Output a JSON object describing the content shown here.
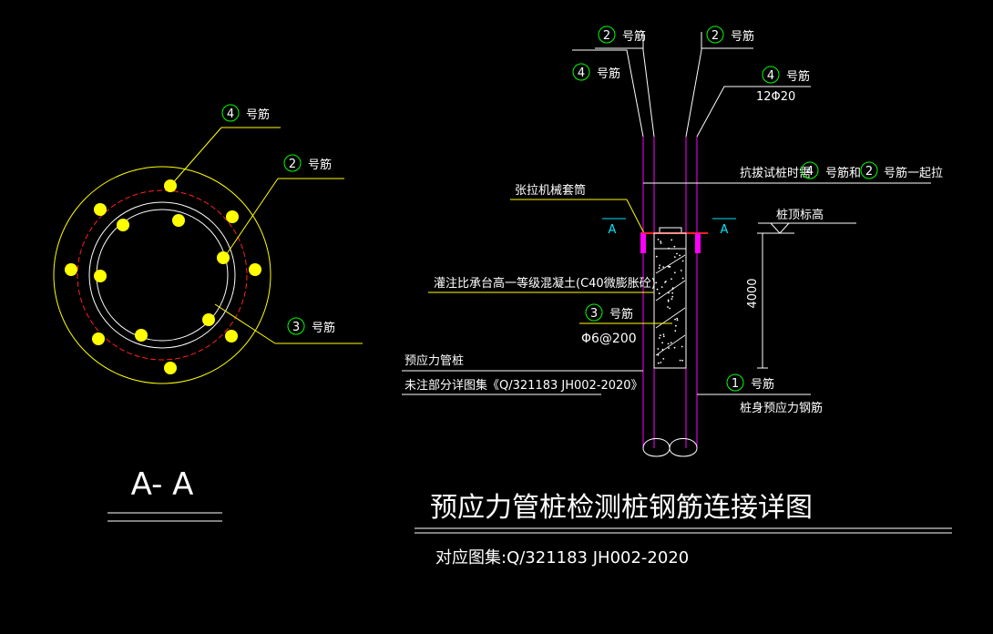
{
  "section_view": {
    "title": "A- A",
    "callouts": [
      {
        "num": "4",
        "text": "号筋"
      },
      {
        "num": "2",
        "text": "号筋"
      },
      {
        "num": "3",
        "text": "号筋"
      }
    ]
  },
  "elevation": {
    "top_callouts": [
      {
        "num": "2",
        "text": "号筋"
      },
      {
        "num": "2",
        "text": "号筋"
      },
      {
        "num": "4",
        "text": "号筋"
      },
      {
        "num": "4",
        "text": "号筋"
      }
    ],
    "spec_12": "12Φ20",
    "note_a": "抗拔试桩时需",
    "note_a_num1": "4",
    "note_a_mid": "号筋和",
    "note_a_num2": "2",
    "note_a_end": "号筋一起拉",
    "sleeve_label": "张拉机械套筒",
    "section_mark": "A",
    "pile_top_label": "桩顶标高",
    "dim_4000": "4000",
    "concrete_label": "灌注比承台高一等级混凝土(C40微膨胀砼)",
    "callout_3": {
      "num": "3",
      "text": "号筋"
    },
    "spec_6": "Φ6@200",
    "pipe_pile_label": "预应力管桩",
    "atlas_label": "未注部分详图集《Q/321183  JH002-2020》",
    "callout_1": {
      "num": "1",
      "text": "号筋"
    },
    "pile_body_label": "桩身预应力钢筋"
  },
  "drawing_title": "预应力管桩检测桩钢筋连接详图",
  "drawing_subtitle": "对应图集:Q/321183  JH002-2020",
  "colors": {
    "background": "#000000",
    "circle": "#ffff00",
    "red_ring": "#ff2020",
    "rebar_fill": "#ffff00",
    "leader": "#ffff00",
    "number_circle": "#00ff00",
    "pipe_wall": "#ff00ff",
    "section_mark": "#00e5ff",
    "text": "#ffffff"
  }
}
